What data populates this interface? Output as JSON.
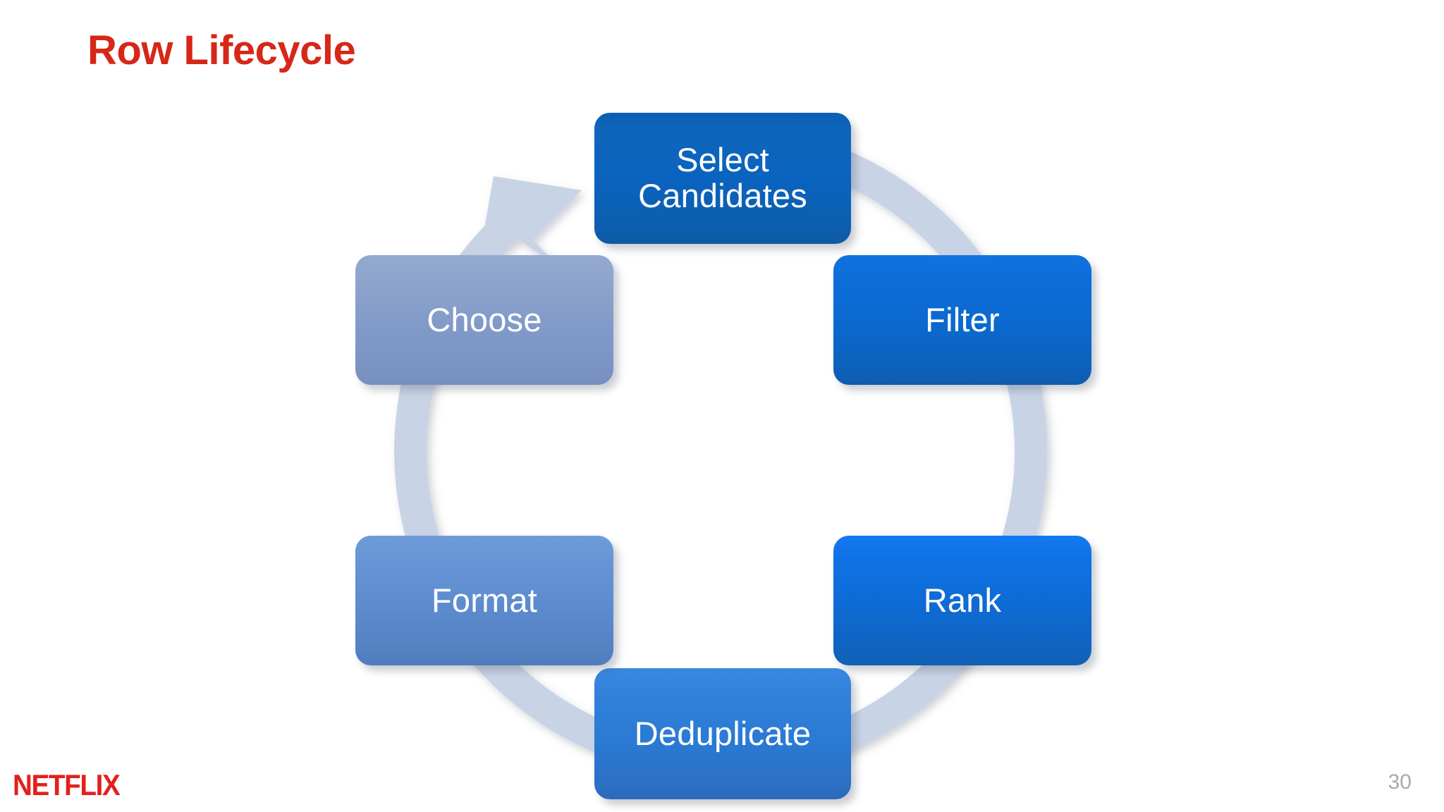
{
  "slide": {
    "title": "Row Lifecycle",
    "title_color": "#D62718",
    "background_color": "#FFFFFF",
    "page_number": "30",
    "page_number_color": "#A9A9B0",
    "brand": {
      "name": "NETFLIX",
      "color": "#E3201C"
    }
  },
  "diagram": {
    "type": "cycle",
    "direction": "clockwise",
    "ring_color": "#C9D3E6",
    "arrow_head": "points-up-right-into-select-candidates",
    "nodes": [
      {
        "id": "select-candidates",
        "label": "Select Candidates",
        "position": "top",
        "fill": "#0A63BE",
        "text_color": "#FFFFFF"
      },
      {
        "id": "filter",
        "label": "Filter",
        "position": "upper-right",
        "fill": "#0B69CE",
        "text_color": "#FFFFFF"
      },
      {
        "id": "rank",
        "label": "Rank",
        "position": "lower-right",
        "fill": "#0E6AD2",
        "text_color": "#FFFFFF"
      },
      {
        "id": "deduplicate",
        "label": "Deduplicate",
        "position": "bottom",
        "fill": "#2A79D2",
        "text_color": "#FFFFFF"
      },
      {
        "id": "format",
        "label": "Format",
        "position": "lower-left",
        "fill": "#5B8BCE",
        "text_color": "#FFFFFF"
      },
      {
        "id": "choose",
        "label": "Choose",
        "position": "upper-left",
        "fill": "#8099C8",
        "text_color": "#FFFFFF"
      }
    ]
  }
}
